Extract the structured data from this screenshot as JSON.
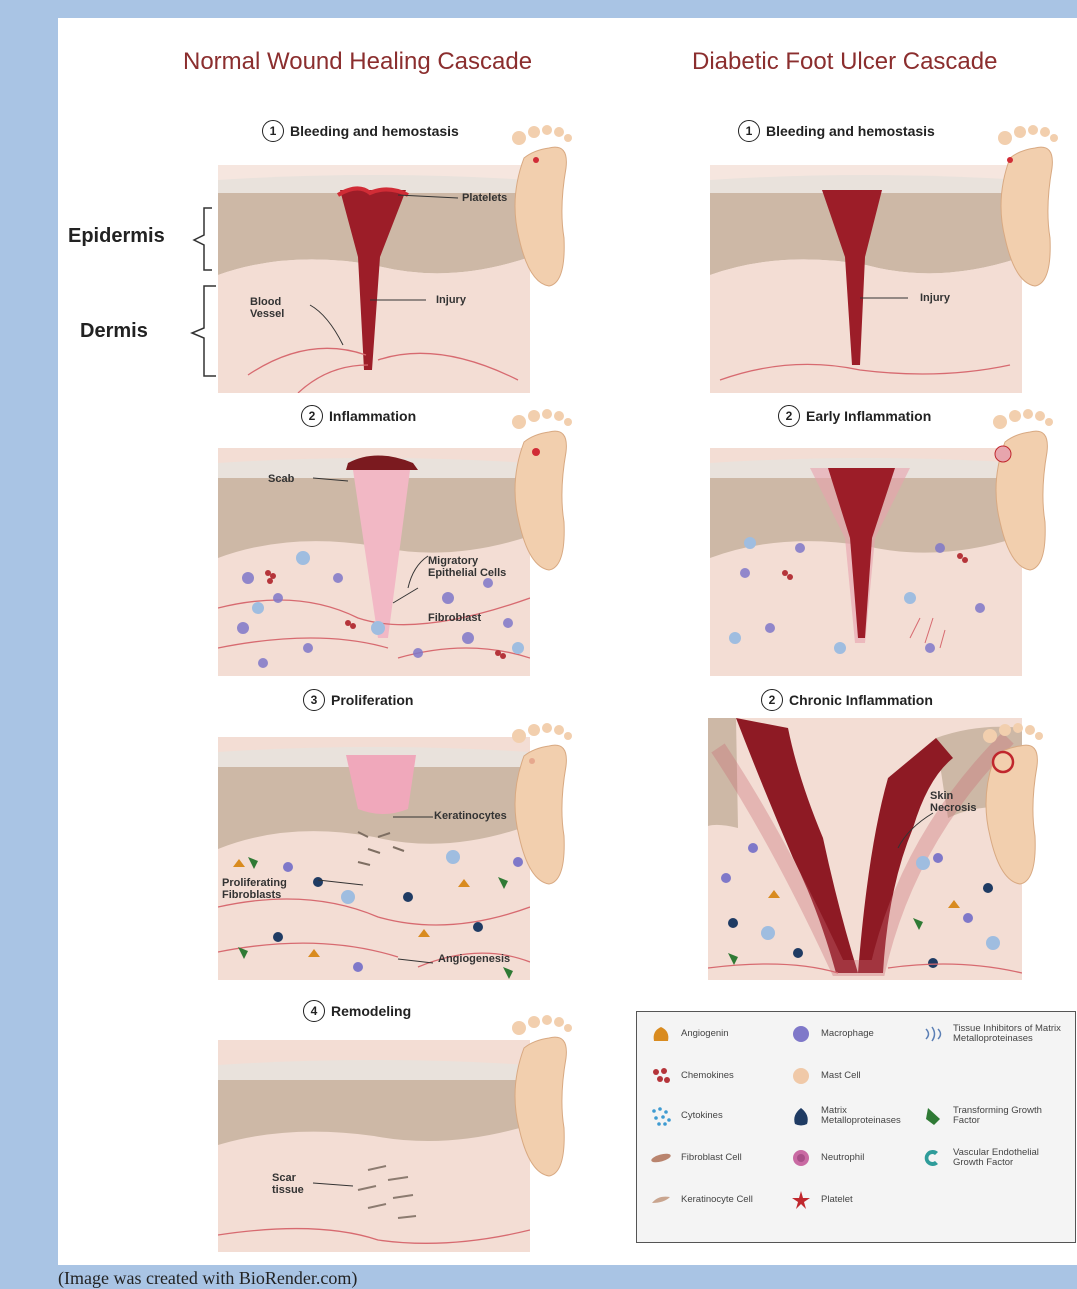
{
  "titles": {
    "normal": "Normal Wound Healing Cascade",
    "diabetic": "Diabetic Foot Ulcer Cascade"
  },
  "side_labels": {
    "epidermis": "Epidermis",
    "dermis": "Dermis"
  },
  "normal_steps": [
    {
      "num": "1",
      "title": "Bleeding and hemostasis",
      "labels": {
        "platelets": "Platelets",
        "injury": "Injury",
        "blood_vessel": "Blood\nVessel"
      }
    },
    {
      "num": "2",
      "title": "Inflammation",
      "labels": {
        "scab": "Scab",
        "migratory": "Migratory\nEpithelial Cells",
        "fibroblast": "Fibroblast"
      }
    },
    {
      "num": "3",
      "title": "Proliferation",
      "labels": {
        "keratinocytes": "Keratinocytes",
        "proliferating": "Proliferating\nFibroblasts",
        "angiogenesis": "Angiogenesis"
      }
    },
    {
      "num": "4",
      "title": "Remodeling",
      "labels": {
        "scar": "Scar\ntissue"
      }
    }
  ],
  "diabetic_steps": [
    {
      "num": "1",
      "title": "Bleeding and hemostasis",
      "labels": {
        "injury": "Injury"
      }
    },
    {
      "num": "2",
      "title": "Early Inflammation",
      "labels": {}
    },
    {
      "num": "2",
      "title": "Chronic Inflammation",
      "labels": {
        "necrosis": "Skin\nNecrosis"
      }
    }
  ],
  "legend": [
    {
      "icon": "angiogenin-icon",
      "label": "Angiogenin",
      "color": "#d98b1f"
    },
    {
      "icon": "macrophage-icon",
      "label": "Macrophage",
      "color": "#7f78c9"
    },
    {
      "icon": "timp-icon",
      "label": "Tissue Inhibitors of Matrix Metalloproteinases",
      "color": "#5b7fb5"
    },
    {
      "icon": "chemokines-icon",
      "label": "Chemokines",
      "color": "#b5343a"
    },
    {
      "icon": "mast-cell-icon",
      "label": "Mast Cell",
      "color": "#f0c9a8"
    },
    {
      "icon": "cytokines-icon",
      "label": "Cytokines",
      "color": "#3e9bd1"
    },
    {
      "icon": "mmp-icon",
      "label": "Matrix Metalloproteinases",
      "color": "#1f3b63"
    },
    {
      "icon": "tgf-icon",
      "label": "Transforming Growth Factor",
      "color": "#2f7a35"
    },
    {
      "icon": "fibroblast-cell-icon",
      "label": "Fibroblast Cell",
      "color": "#b9846e"
    },
    {
      "icon": "neutrophil-icon",
      "label": "Neutrophil",
      "color": "#c96aa3"
    },
    {
      "icon": "vegf-icon",
      "label": "Vascular Endothelial Growth Factor",
      "color": "#2f9c9a"
    },
    {
      "icon": "keratinocyte-cell-icon",
      "label": "Keratinocyte Cell",
      "color": "#c9a58f"
    },
    {
      "icon": "platelet-icon",
      "label": "Platelet",
      "color": "#c0272d"
    }
  ],
  "caption": "(Image was created with BioRender.com)"
}
